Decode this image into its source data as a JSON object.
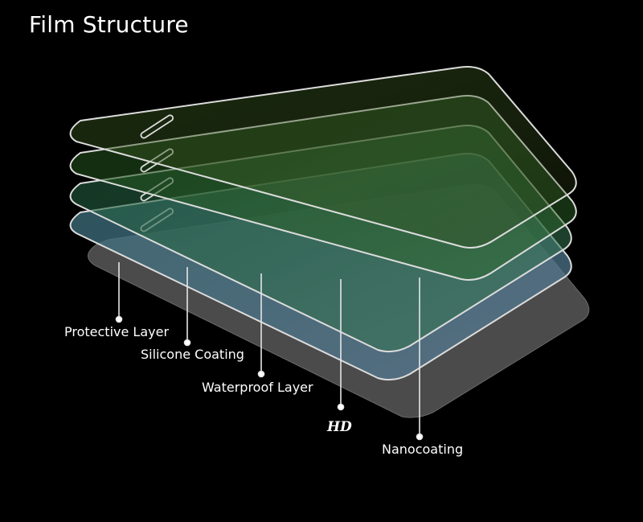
{
  "title": "Film Structure",
  "colors": {
    "background": "#000000",
    "outline": "#d9d9d9",
    "text": "#ffffff",
    "base_layer": "#4a4a4a"
  },
  "layers": [
    {
      "label": "Protective Layer",
      "emphasis": false
    },
    {
      "label": "Silicone Coating",
      "emphasis": false
    },
    {
      "label": "Waterproof Layer",
      "emphasis": false
    },
    {
      "label": "HD",
      "emphasis": true
    },
    {
      "label": "Nanocoating",
      "emphasis": false
    }
  ]
}
